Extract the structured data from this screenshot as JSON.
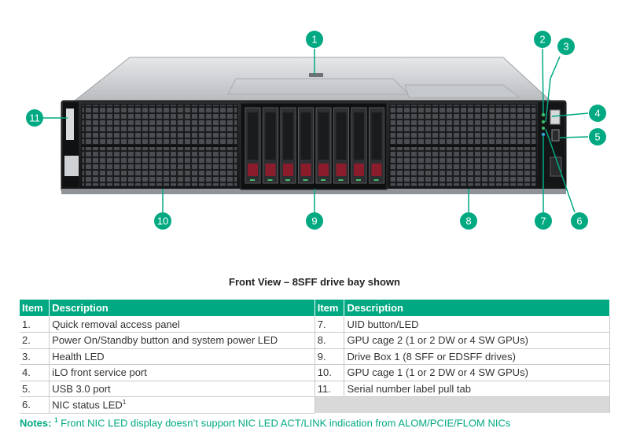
{
  "figure": {
    "callouts": [
      "1",
      "2",
      "3",
      "4",
      "5",
      "6",
      "7",
      "8",
      "9",
      "10",
      "11"
    ]
  },
  "caption": "Front View – 8SFF drive bay shown",
  "table": {
    "headers": {
      "item": "Item",
      "description": "Description"
    },
    "left": [
      {
        "item": "1.",
        "description": "Quick removal access panel"
      },
      {
        "item": "2.",
        "description": "Power On/Standby button and system power LED"
      },
      {
        "item": "3.",
        "description": "Health LED"
      },
      {
        "item": "4.",
        "description": "iLO front service port"
      },
      {
        "item": "5.",
        "description": "USB 3.0 port"
      },
      {
        "item": "6.",
        "description": "NIC status LED",
        "sup": "1"
      }
    ],
    "right": [
      {
        "item": "7.",
        "description": "UID button/LED"
      },
      {
        "item": "8.",
        "description": "GPU cage 2 (1 or 2 DW or 4 SW GPUs)"
      },
      {
        "item": "9.",
        "description": "Drive Box 1 (8 SFF or EDSFF drives)"
      },
      {
        "item": "10.",
        "description": "GPU cage 1 (1 or 2 DW or 4 SW GPUs)"
      },
      {
        "item": "11.",
        "description": "Serial number label pull tab"
      }
    ]
  },
  "notes": {
    "label": "Notes:",
    "sup": "1",
    "text": " Front NIC LED display doesn’t support NIC LED ACT/LINK indication from ALOM/PCIE/FLOM NICs"
  },
  "colors": {
    "accent": "#01a982",
    "callout": "#01a982",
    "row_divider": "#c9c9c9",
    "empty_cell": "#d9d9d9"
  }
}
